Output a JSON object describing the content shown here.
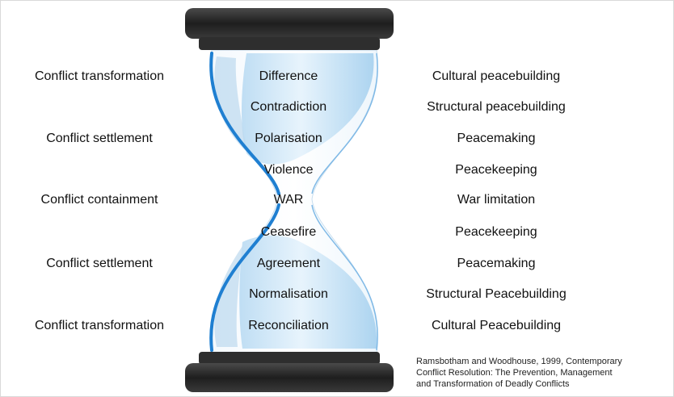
{
  "stages": [
    {
      "left": "Conflict transformation",
      "center": "Difference",
      "right": "Cultural peacebuilding"
    },
    {
      "left": "",
      "center": "Contradiction",
      "right": "Structural peacebuilding"
    },
    {
      "left": "Conflict settlement",
      "center": "Polarisation",
      "right": "Peacemaking"
    },
    {
      "left": "",
      "center": "Violence",
      "right": "Peacekeeping"
    },
    {
      "left": "Conflict containment",
      "center": "WAR",
      "right": "War limitation"
    },
    {
      "left": "",
      "center": "Ceasefire",
      "right": "Peacekeeping"
    },
    {
      "left": "Conflict settlement",
      "center": "Agreement",
      "right": "Peacemaking"
    },
    {
      "left": "",
      "center": "Normalisation",
      "right": "Structural Peacebuilding"
    },
    {
      "left": "Conflict transformation",
      "center": "Reconciliation",
      "right": "Cultural Peacebuilding"
    }
  ],
  "citation": {
    "line1": "Ramsbotham and Woodhouse, 1999, Contemporary",
    "line2": "Conflict Resolution: The Prevention, Management",
    "line3": "and Transformation of Deadly Conflicts"
  },
  "colors": {
    "glass_blue": "#1f7fd1",
    "sand_light": "#cfe7f7",
    "cap_dark": "#2b2b2b"
  }
}
